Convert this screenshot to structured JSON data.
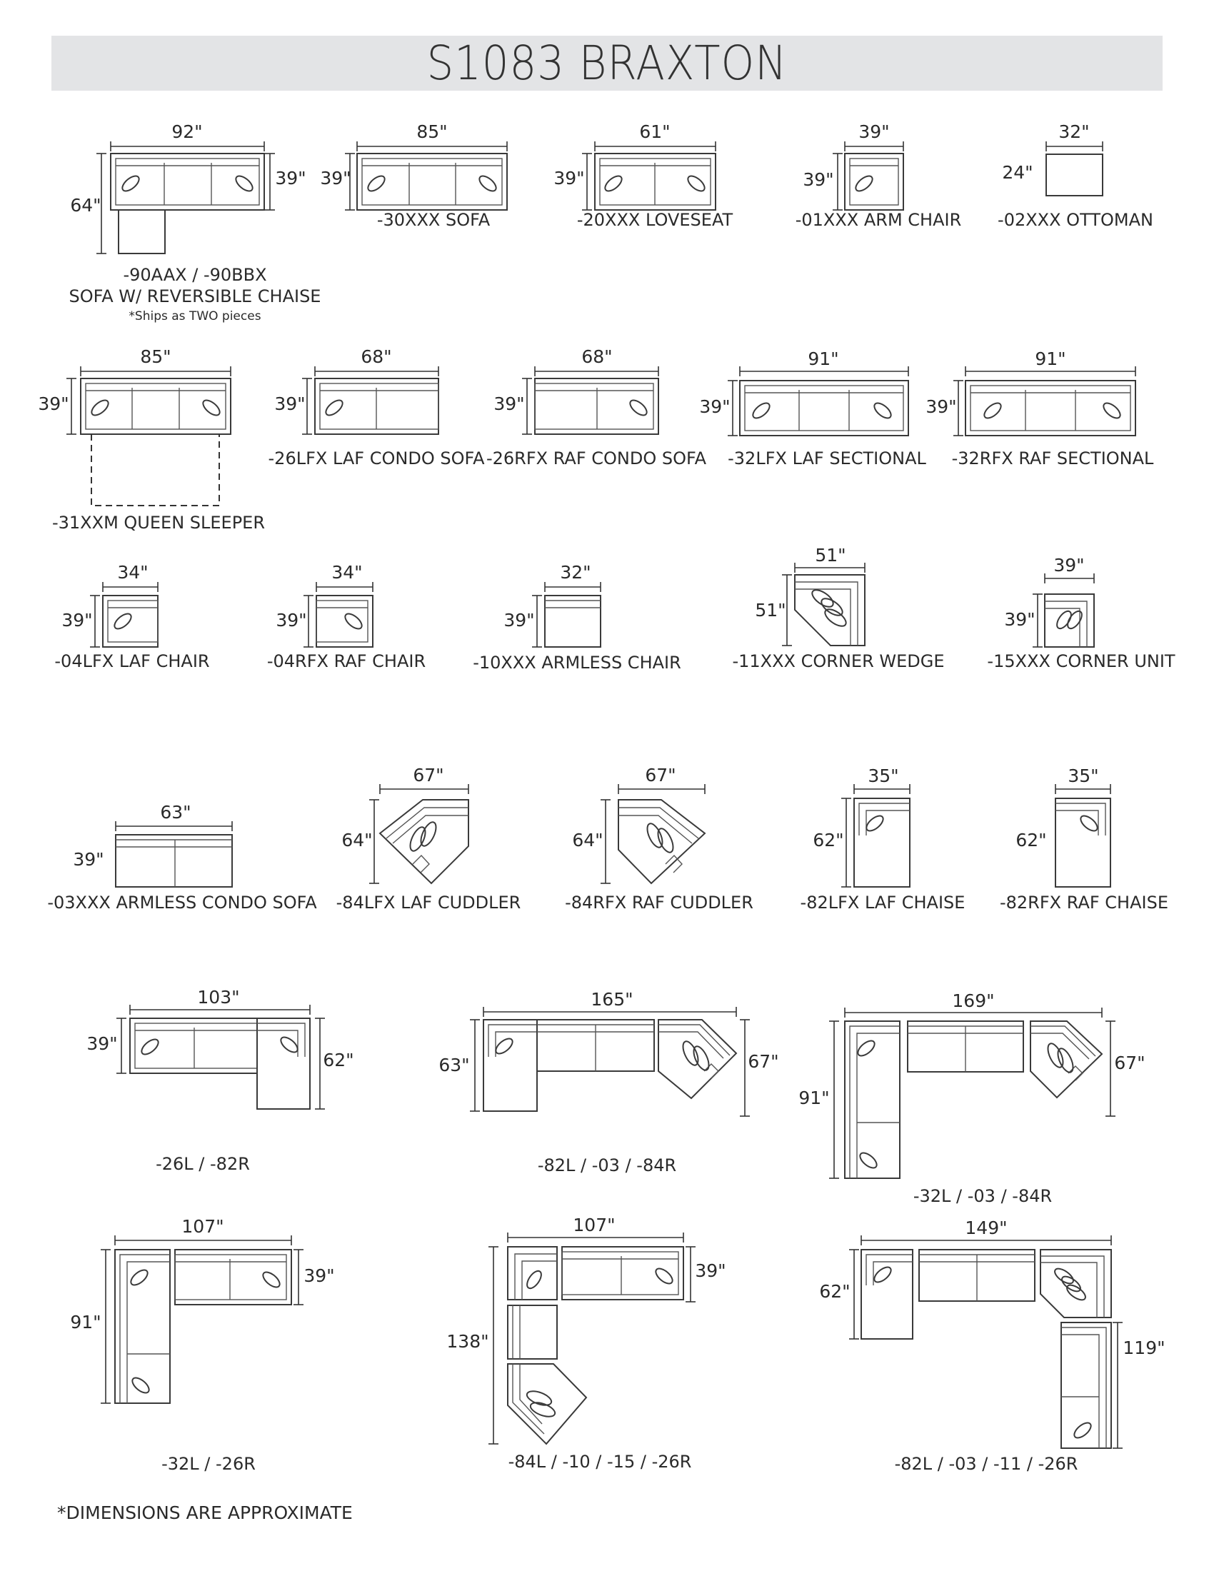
{
  "title": "S1083 BRAXTON",
  "row1": {
    "sofa_chaise": {
      "width": "92\"",
      "depth": "64\"",
      "height": "39\"",
      "label_line1": "-90AAX / -90BBX",
      "label_line2": "SOFA W/ REVERSIBLE CHAISE",
      "note": "*Ships as TWO pieces"
    },
    "sofa": {
      "width": "85\"",
      "height": "39\"",
      "label": "-30XXX SOFA"
    },
    "loveseat": {
      "width": "61\"",
      "height": "39\"",
      "label": "-20XXX  LOVESEAT"
    },
    "arm_chair": {
      "width": "39\"",
      "height": "39\"",
      "label": "-01XXX ARM CHAIR"
    },
    "ottoman": {
      "width": "32\"",
      "height": "24\"",
      "label": "-02XXX OTTOMAN"
    }
  },
  "row2": {
    "queen_sleeper": {
      "width": "85\"",
      "height": "39\"",
      "label": "-31XXM QUEEN SLEEPER"
    },
    "laf_condo_sofa": {
      "width": "68\"",
      "height": "39\"",
      "label": "-26LFX LAF CONDO SOFA"
    },
    "raf_condo_sofa": {
      "width": "68\"",
      "height": "39\"",
      "label": "-26RFX RAF CONDO SOFA"
    },
    "laf_sectional": {
      "width": "91\"",
      "height": "39\"",
      "label": "-32LFX LAF SECTIONAL"
    },
    "raf_sectional": {
      "width": "91\"",
      "height": "39\"",
      "label": "-32RFX RAF SECTIONAL"
    }
  },
  "row3": {
    "laf_chair": {
      "width": "34\"",
      "height": "39\"",
      "label": "-04LFX LAF CHAIR"
    },
    "raf_chair": {
      "width": "34\"",
      "height": "39\"",
      "label": "-04RFX RAF CHAIR"
    },
    "armless_chair": {
      "width": "32\"",
      "height": "39\"",
      "label": "-10XXX ARMLESS CHAIR"
    },
    "corner_wedge": {
      "width": "51\"",
      "height": "51\"",
      "label": "-11XXX CORNER WEDGE"
    },
    "corner_unit": {
      "width": "39\"",
      "height": "39\"",
      "label": "-15XXX CORNER UNIT"
    }
  },
  "row4": {
    "armless_condo_sofa": {
      "width": "63\"",
      "height": "39\"",
      "label": "-03XXX ARMLESS CONDO SOFA"
    },
    "laf_cuddler": {
      "width": "67\"",
      "height": "64\"",
      "label": "-84LFX LAF CUDDLER"
    },
    "raf_cuddler": {
      "width": "67\"",
      "height": "64\"",
      "label": "-84RFX RAF CUDDLER"
    },
    "laf_chaise": {
      "width": "35\"",
      "height": "62\"",
      "label": "-82LFX LAF CHAISE"
    },
    "raf_chaise": {
      "width": "35\"",
      "height": "62\"",
      "label": "-82RFX RAF CHAISE"
    }
  },
  "row5": {
    "combo_26l_82r": {
      "width": "103\"",
      "left": "39\"",
      "right": "62\"",
      "label": "-26L / -82R"
    },
    "combo_82l_03_84r": {
      "width": "165\"",
      "left": "63\"",
      "right": "67\"",
      "label": "-82L / -03 / -84R"
    },
    "combo_32l_03_84r": {
      "width": "169\"",
      "left": "91\"",
      "right": "67\"",
      "label": "-32L / -03 / -84R"
    }
  },
  "row6": {
    "combo_32l_26r": {
      "width": "107\"",
      "left": "91\"",
      "right": "39\"",
      "label": "-32L / -26R"
    },
    "combo_84l_10_15_26r": {
      "width": "107\"",
      "left": "138\"",
      "right": "39\"",
      "label": "-84L / -10 / -15 / -26R"
    },
    "combo_82l_03_11_26r": {
      "width": "149\"",
      "left": "62\"",
      "right": "119\"",
      "label": "-82L / -03 / -11 / -26R"
    }
  },
  "footnote": "*DIMENSIONS ARE APPROXIMATE"
}
